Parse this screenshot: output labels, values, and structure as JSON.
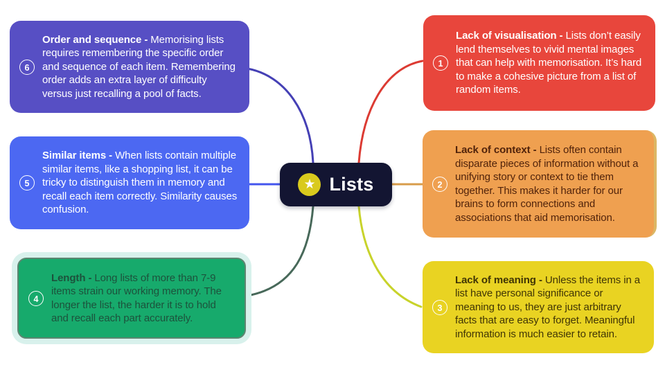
{
  "center": {
    "label": "Lists",
    "icon": "star",
    "bg_color": "#131532",
    "star_circle_color": "#d9ca1d"
  },
  "separator": " - ",
  "colors": {
    "background": "#ffffff",
    "selection_highlight": "#d8f1ec",
    "selected_card_border": "#5d8671"
  },
  "branches": [
    {
      "number": "1",
      "title": "Lack of visualisation",
      "body": "Lists don’t easily lend themselves to vivid mental images that can help with memorisation. It’s hard to make a cohesive picture from a list of random items.",
      "color": "#e8463c",
      "line_color": "#dc3b33",
      "text_color": "#ffffff"
    },
    {
      "number": "2",
      "title": "Lack of context",
      "body": "Lists often contain disparate pieces of information without a unifying story or context to tie them together. This makes it harder for our brains to form connections and associations that aid memorisation.",
      "color": "#efa050",
      "line_color": "#d79c4b",
      "text_color": "#51230b"
    },
    {
      "number": "3",
      "title": "Lack of meaning",
      "body": "Unless the items in a list have personal significance or meaning to us, they are just arbitrary facts that are easy to forget. Meaningful information is much easier to retain.",
      "color": "#e9d322",
      "line_color": "#c8d32b",
      "text_color": "#403505"
    },
    {
      "number": "4",
      "title": "Length",
      "body": "Long lists of more than 7-9 items strain our working memory. The longer the list, the harder it is to hold and recall each part accurately.",
      "color": "#17aa6c",
      "line_color": "#48695a",
      "text_color": "#1d523c"
    },
    {
      "number": "5",
      "title": "Similar items",
      "body": "When lists contain multiple similar items, like a shopping list, it can be tricky to distinguish them in memory and recall each item correctly. Similarity causes confusion.",
      "color": "#4c68f2",
      "line_color": "#4355ee",
      "text_color": "#ffffff"
    },
    {
      "number": "6",
      "title": "Order and sequence",
      "body": "Memorising lists requires remembering the specific order and sequence of each item. Remembering order adds an extra layer of difficulty versus just recalling a pool of facts.",
      "color": "#574fc4",
      "line_color": "#4540b5",
      "text_color": "#ffffff"
    }
  ]
}
